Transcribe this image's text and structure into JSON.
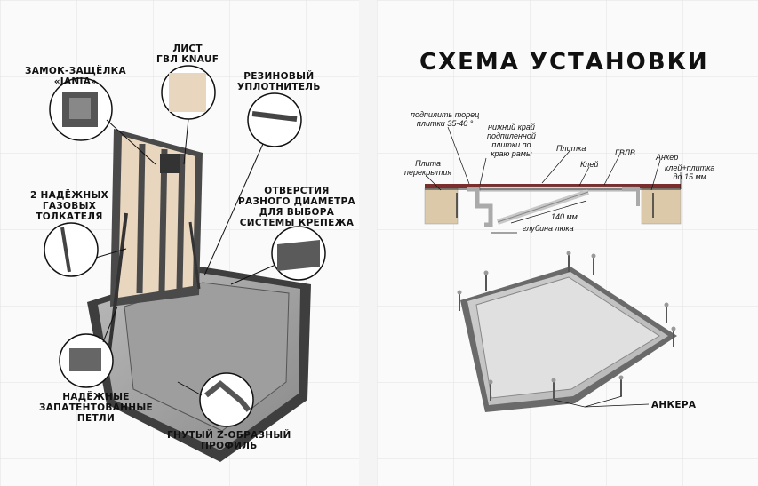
{
  "left": {
    "labels": {
      "lock_l1": "ЗАМОК-ЗАЩЁЛКА",
      "lock_l2": "«JANIA»",
      "sheet_l1": "ЛИСТ",
      "sheet_l2": "ГВЛ KNAUF",
      "seal_l1": "РЕЗИНОВЫЙ",
      "seal_l2": "УПЛОТНИТЕЛЬ",
      "pushers_l1": "2 НАДЁЖНЫХ",
      "pushers_l2": "ГАЗОВЫХ",
      "pushers_l3": "ТОЛКАТЕЛЯ",
      "holes_l1": "ОТВЕРСТИЯ",
      "holes_l2": "РАЗНОГО ДИАМЕТРА",
      "holes_l3": "ДЛЯ ВЫБОРА",
      "holes_l4": "СИСТЕМЫ КРЕПЕЖА",
      "hinges_l1": "НАДЁЖНЫЕ",
      "hinges_l2": "ЗАПАТЕНТОВАННЫЕ",
      "hinges_l3": "ПЕТЛИ",
      "profile_l1": "ГНУТЫЙ Z-ОБРАЗНЫЙ",
      "profile_l2": "ПРОФИЛЬ"
    }
  },
  "right": {
    "title": "СХЕМА УСТАНОВКИ",
    "annotations": {
      "trim_l1": "подпилить торец",
      "trim_l2": "плитки 35-40 °",
      "edge_l1": "нижний край",
      "edge_l2": "подпиленной",
      "edge_l3": "плитки  по",
      "edge_l4": "краю рамы",
      "tile": "Плитка",
      "gvlv": "ГВЛВ",
      "glue": "Клей",
      "slab_l1": "Плита",
      "slab_l2": "перекрытия",
      "anchor_top": "Анкер",
      "glue_tile_l1": "клей+плитка",
      "glue_tile_l2": "до 15 мм",
      "dim": "140 мм",
      "depth": "глубина люка",
      "anchors": "АНКЕРА"
    }
  },
  "colors": {
    "frame": "#4a4a4a",
    "board": "#e9d6bf",
    "tile": "#7b2e2e",
    "slab": "#dcc9a9",
    "callout_circle": "#111111"
  }
}
